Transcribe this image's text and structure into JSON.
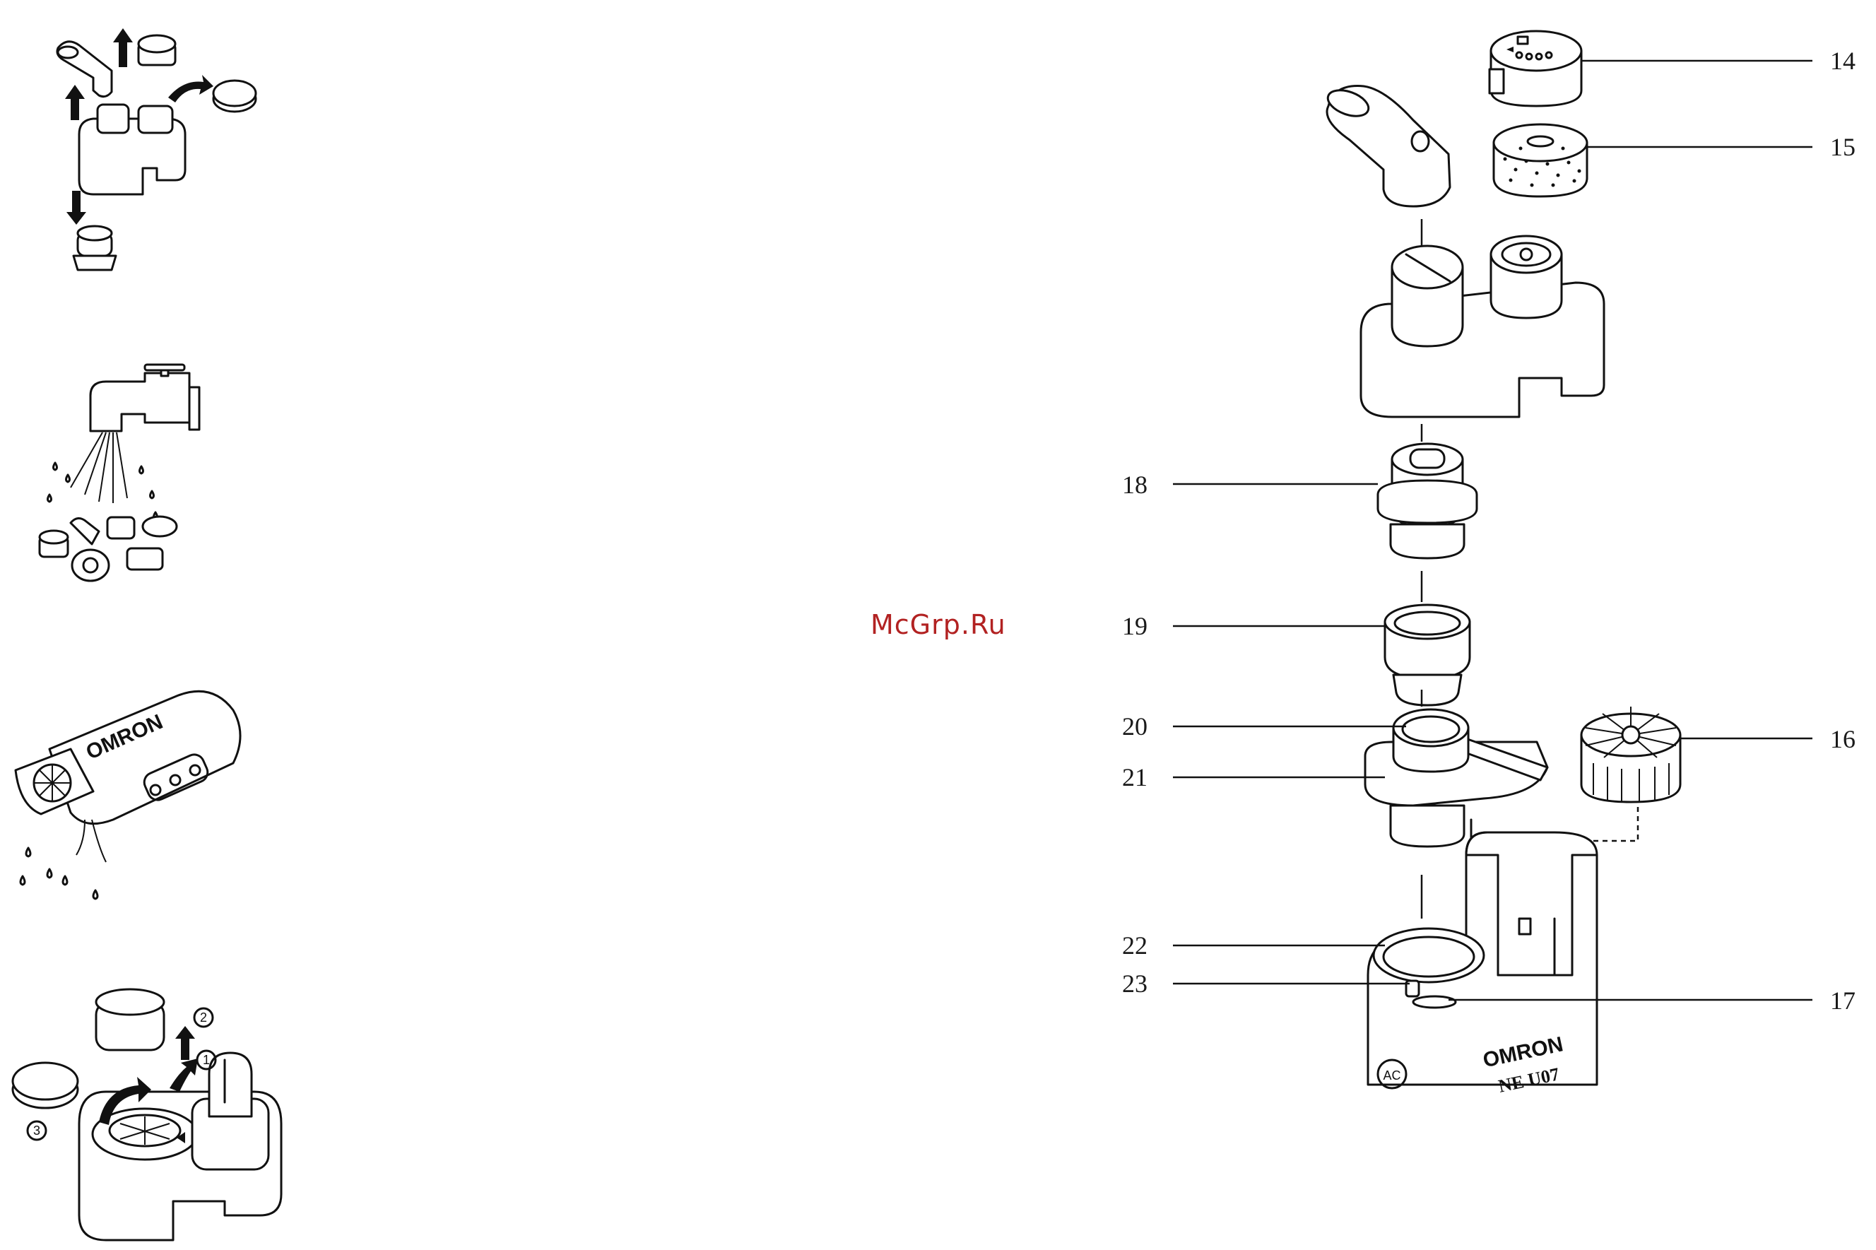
{
  "watermark": "McGrp.Ru",
  "callouts": [
    {
      "id": "14",
      "label": "14"
    },
    {
      "id": "15",
      "label": "15"
    },
    {
      "id": "16",
      "label": "16"
    },
    {
      "id": "17",
      "label": "17"
    },
    {
      "id": "18",
      "label": "18"
    },
    {
      "id": "19",
      "label": "19"
    },
    {
      "id": "20",
      "label": "20"
    },
    {
      "id": "21",
      "label": "21"
    },
    {
      "id": "22",
      "label": "22"
    },
    {
      "id": "23",
      "label": "23"
    }
  ],
  "device": {
    "brand": "OMRON",
    "model": "NE U07",
    "ac_label": "AC"
  },
  "side_device": {
    "brand": "OMRON"
  },
  "steps": {
    "s1": "1",
    "s2": "2",
    "s3": "3"
  }
}
